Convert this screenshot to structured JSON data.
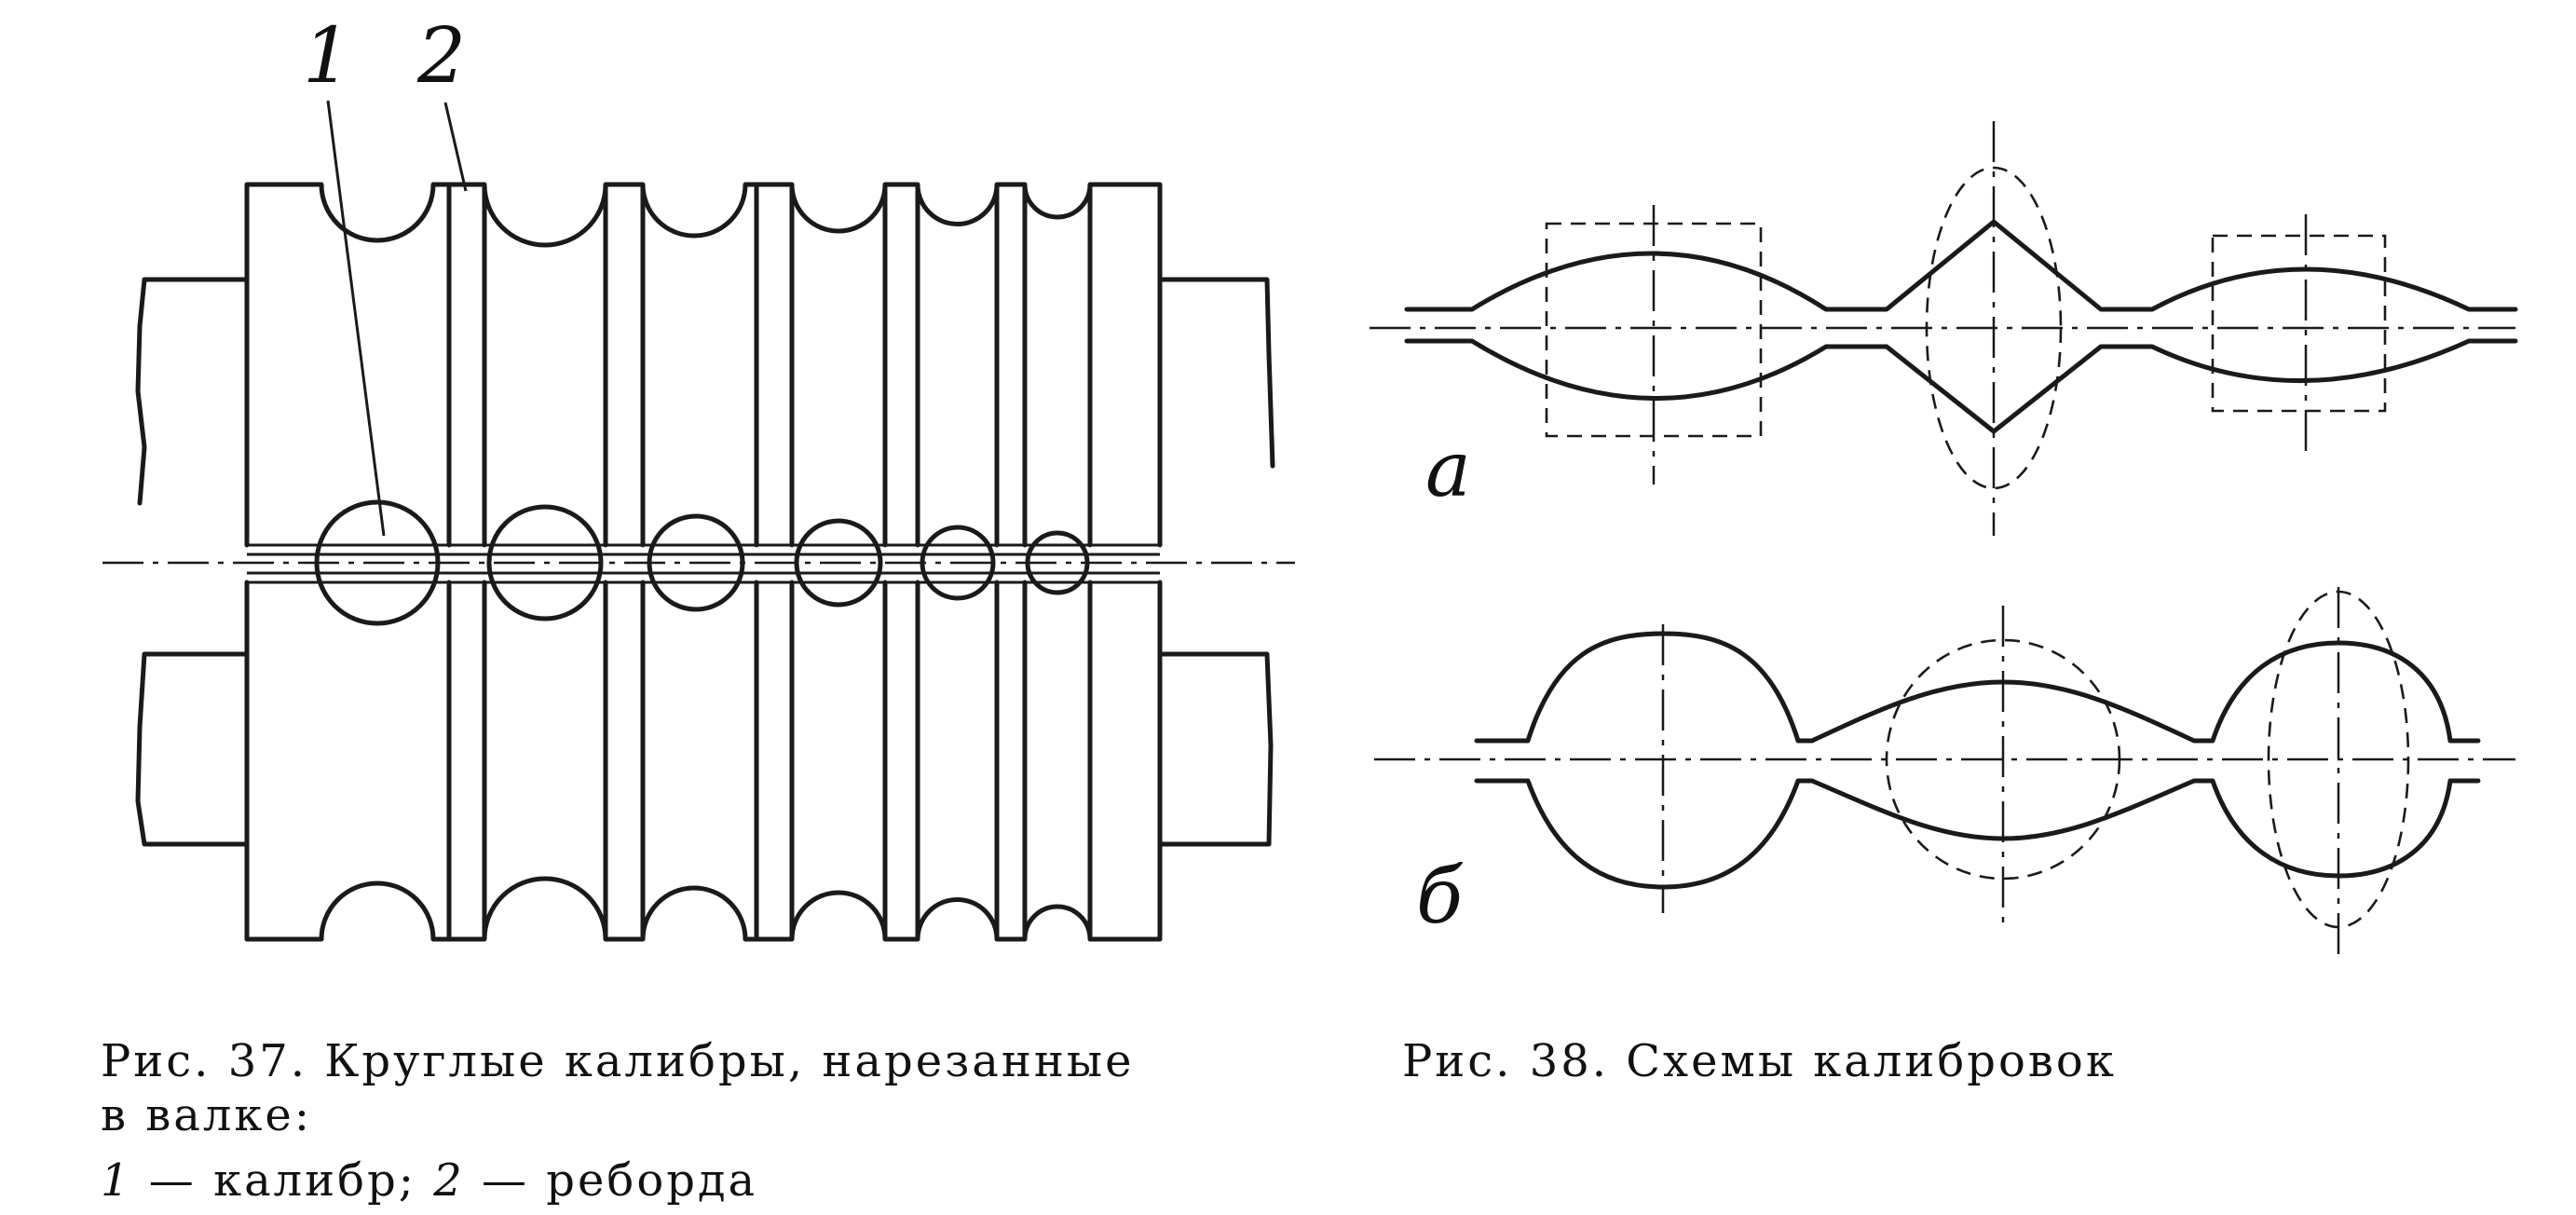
{
  "fig37": {
    "callout_1": "1",
    "callout_2": "2",
    "caption_line1": "Рис. 37. Круглые калибры, нарезанные",
    "caption_line2": "в валке:",
    "legend_num1": "1",
    "legend_text1": " — калибр; ",
    "legend_num2": "2",
    "legend_text2": " — реборда"
  },
  "fig38": {
    "label_a": "а",
    "label_b": "б",
    "caption": "Рис. 38. Схемы калибровок"
  }
}
